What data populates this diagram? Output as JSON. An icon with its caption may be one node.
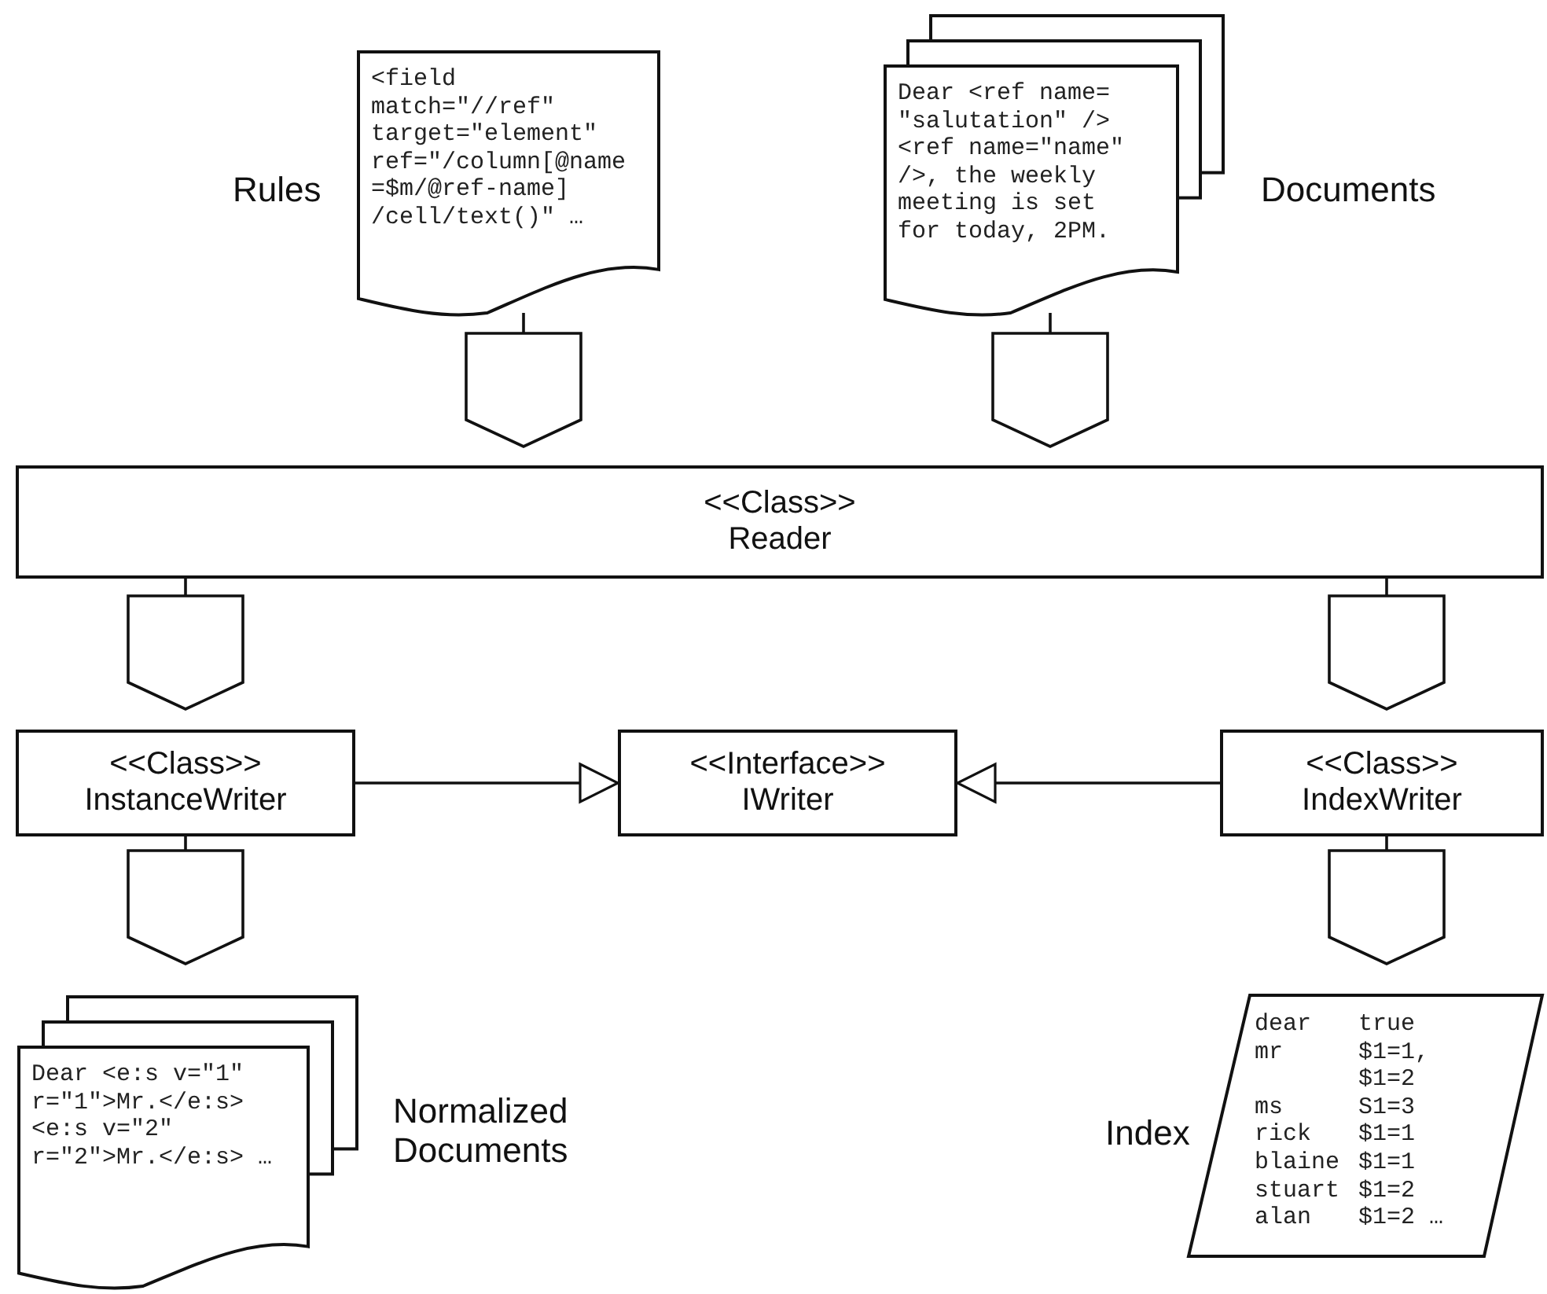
{
  "diagram": {
    "nodes": [
      {
        "text": [
          "<field match=\"//ref\" target=\"element\" ref=\"/column[@name =$m/@ref-name] /cell/text()\" …"
        ],
        "beside": [
          "Rules"
        ]
      },
      {
        "text": [
          "Dear <ref name= \"salutation\" /> <ref name=\"name\" />, the weekly meeting is set for today, 2PM."
        ],
        "beside": [
          "Documents"
        ]
      },
      {
        "text": [
          "<<Class>>",
          "Reader"
        ]
      },
      {
        "text": [
          "<<Class>>",
          "InstanceWriter"
        ]
      },
      {
        "text": [
          "<<Interface>>",
          "IWriter"
        ]
      },
      {
        "text": [
          "<<Class>>",
          "IndexWriter"
        ]
      },
      {
        "text": [
          "Dear <e:s v=\"1\" r=\"1\">Mr.</e:s> <e:s v=\"2\" r=\"2\">Mr.</e:s> …"
        ],
        "beside": [
          "Normalized Documents"
        ]
      },
      {
        "text": [
          "dear",
          "true",
          "mr",
          "$1=1, $1=2",
          "ms",
          "S1=3",
          "rick",
          "$1=1",
          "blaine",
          "$1=1",
          "stuart",
          "$1=2",
          "alan",
          "$1=2 …"
        ],
        "beside": [
          "Index"
        ]
      }
    ],
    "edges": [
      {
        "from": 0,
        "to": 2,
        "arrow": "to"
      },
      {
        "from": 1,
        "to": 2,
        "arrow": "to"
      },
      {
        "from": 2,
        "to": 3,
        "arrow": "to"
      },
      {
        "from": 2,
        "to": 5,
        "arrow": "to"
      },
      {
        "from": 3,
        "to": 4,
        "arrow": "to"
      },
      {
        "from": 5,
        "to": 4,
        "arrow": "to"
      },
      {
        "from": 3,
        "to": 6,
        "arrow": "to"
      },
      {
        "from": 5,
        "to": 7,
        "arrow": "to"
      }
    ]
  }
}
